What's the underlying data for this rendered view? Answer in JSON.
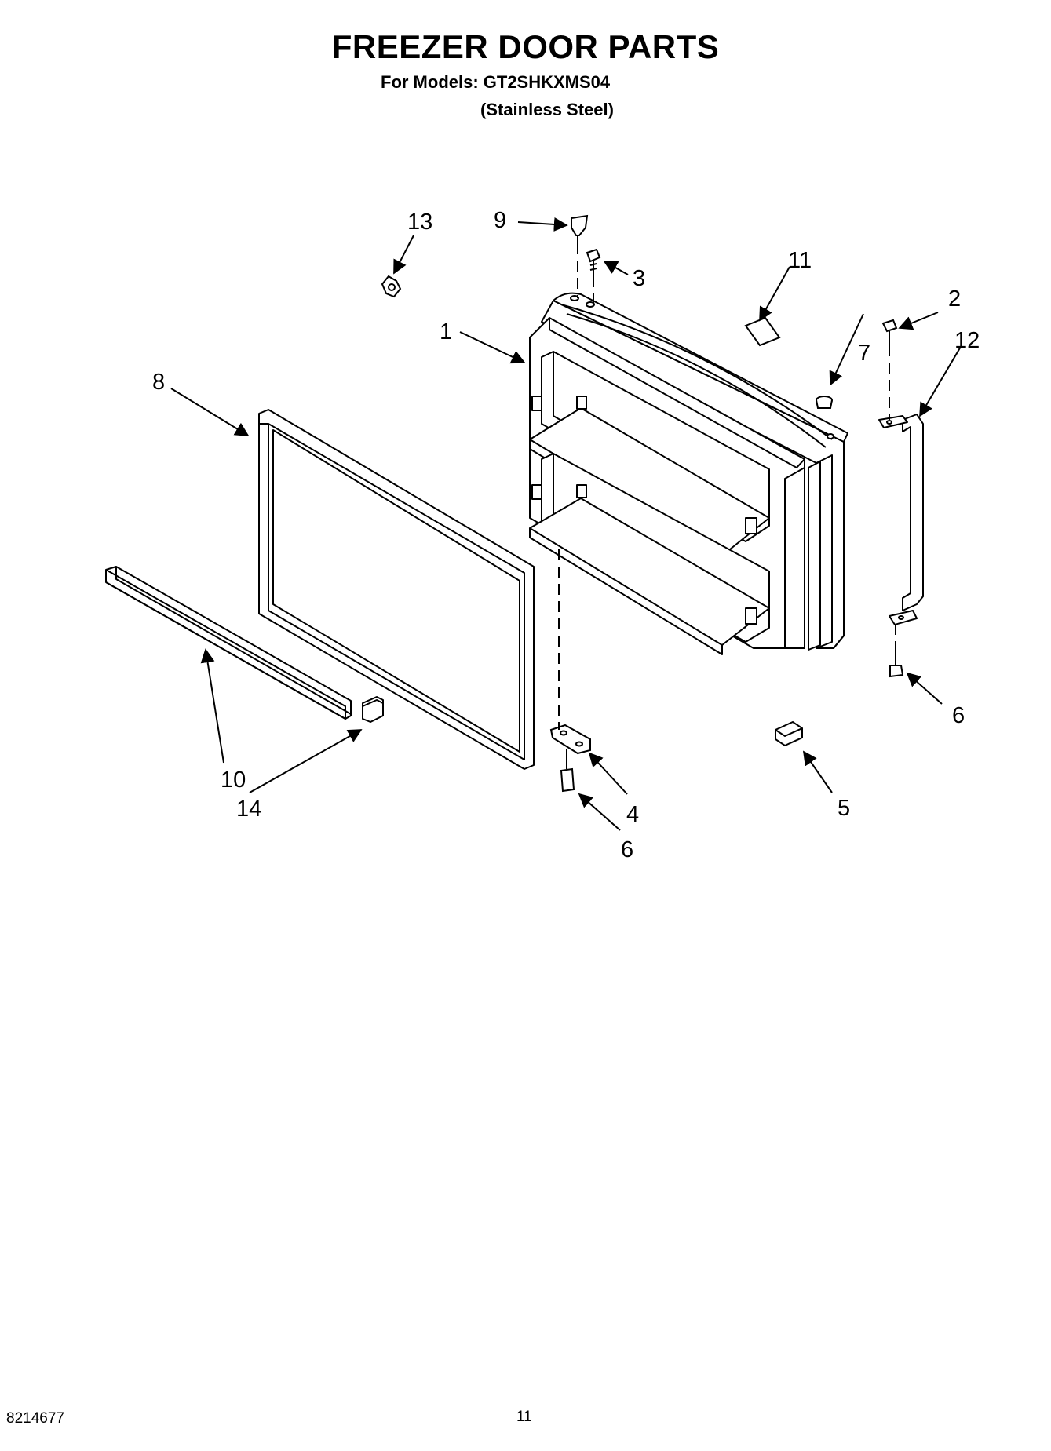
{
  "header": {
    "title": "FREEZER DOOR PARTS",
    "models": "For Models: GT2SHKXMS04",
    "finish": "(Stainless Steel)"
  },
  "callouts": {
    "c1": "1",
    "c2": "2",
    "c3": "3",
    "c4": "4",
    "c5": "5",
    "c6a": "6",
    "c6b": "6",
    "c7": "7",
    "c8": "8",
    "c9": "9",
    "c10": "10",
    "c11": "11",
    "c12": "12",
    "c13": "13",
    "c14": "14"
  },
  "footer": {
    "doc_number": "8214677",
    "page_number": "11"
  }
}
